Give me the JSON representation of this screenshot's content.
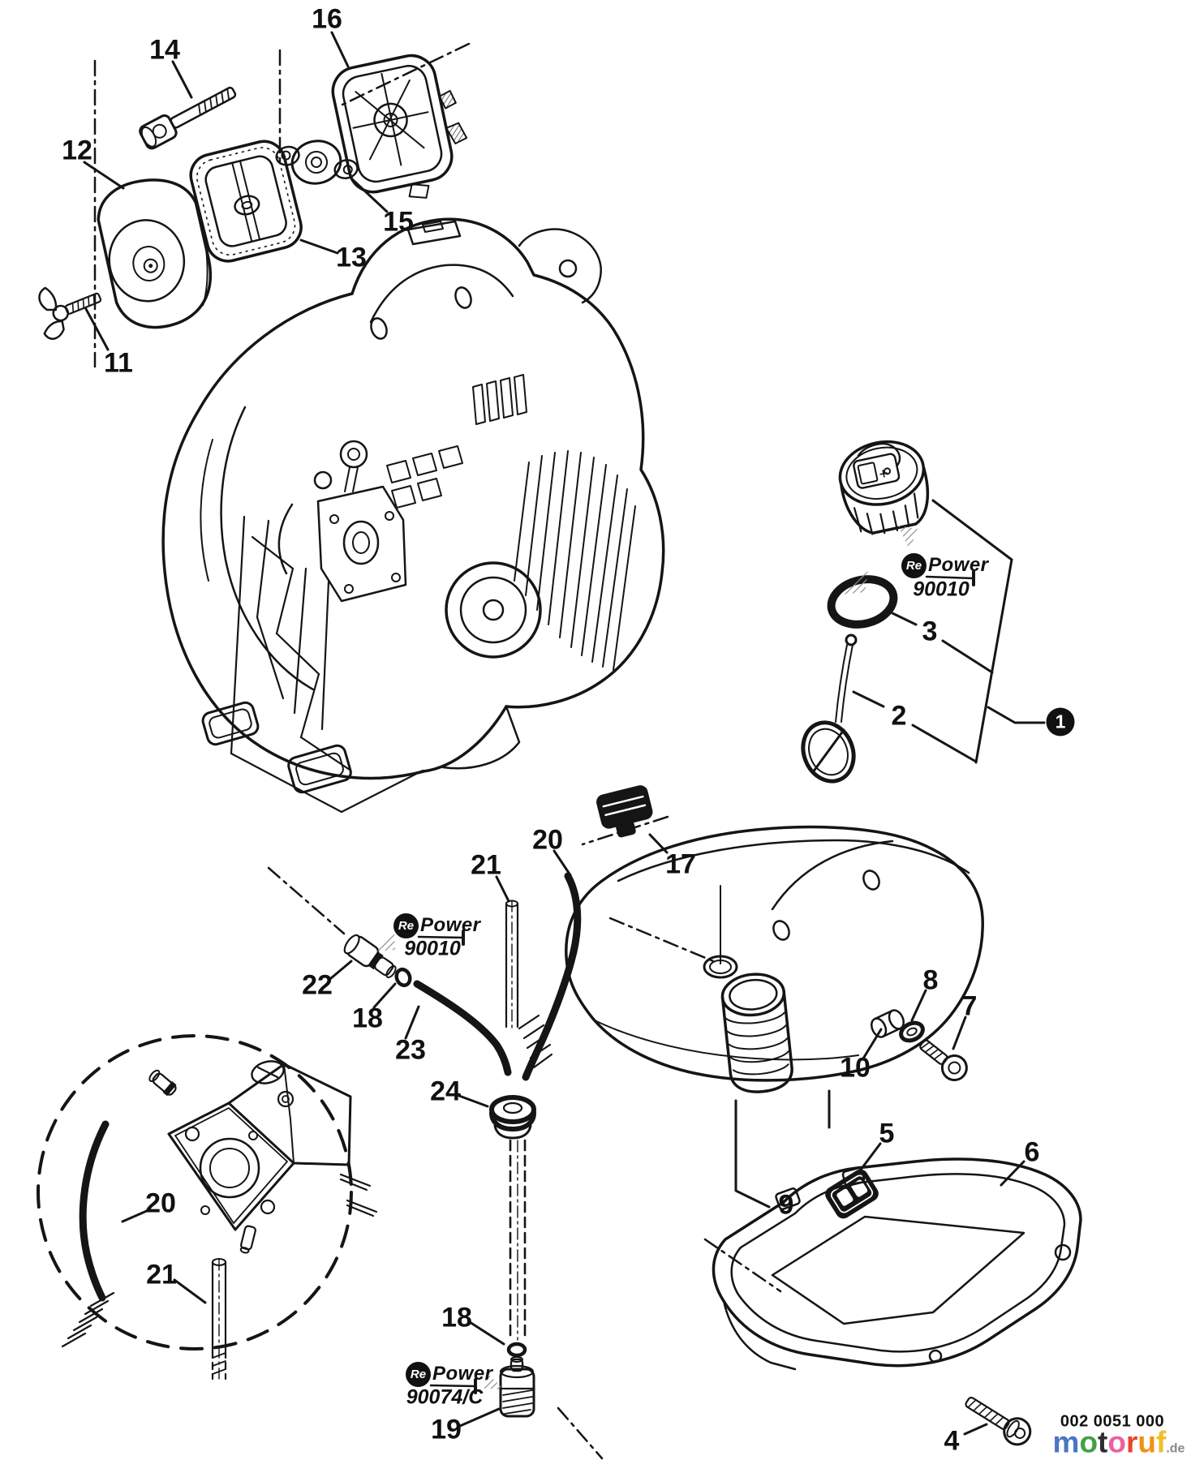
{
  "diagram": {
    "description": "Exploded parts diagram of blower intake, fuel system and fuel tank",
    "callouts": {
      "1": "1",
      "2": "2",
      "3": "3",
      "4": "4",
      "5": "5",
      "6": "6",
      "7": "7",
      "8": "8",
      "9": "9",
      "10": "10",
      "11": "11",
      "12": "12",
      "13": "13",
      "14": "14",
      "15": "15",
      "16": "16",
      "17": "17",
      "18": "18",
      "19": "19",
      "20": "20",
      "21": "21",
      "22": "22",
      "23": "23",
      "24": "24"
    },
    "group_badge_1": "1"
  },
  "branding": {
    "repower_re": "Re",
    "repower_power": "Power",
    "kit_90010": "90010",
    "kit_90074": "90074/C"
  },
  "footer": {
    "part_code": "002 0051 000",
    "logo_chars": {
      "c1": "m",
      "c2": "o",
      "c3": "t",
      "c4": "o",
      "c5": "r",
      "c6": "u",
      "c7": "f"
    },
    "logo_suffix": ".de",
    "logo_colors": [
      "#4a76c4",
      "#43a047",
      "#2e2e2e",
      "#ec5fa0",
      "#e8442a",
      "#f29111",
      "#eebf2a"
    ],
    "ink_color": "#151515"
  }
}
